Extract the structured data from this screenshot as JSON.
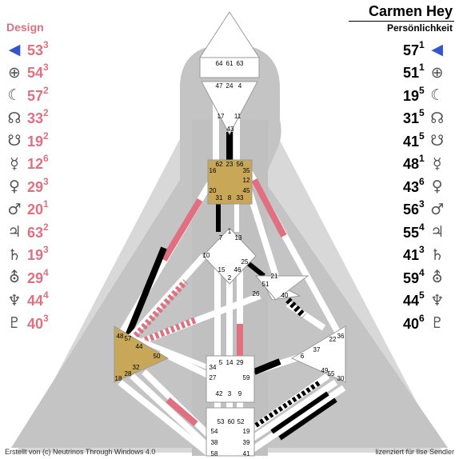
{
  "header": {
    "design_label": "Design",
    "name": "Carmen Hey",
    "personality_label": "Persönlichkeit"
  },
  "footer": {
    "left": "Erstellt von (c) Neutrinos Through Windows 4.0",
    "right": "lizenziert für Ilse Sendler"
  },
  "colors": {
    "design": "#e07080",
    "personality": "#000000",
    "center_defined": "#c8a858",
    "background_triangle": "#d8d8d8"
  },
  "design": [
    {
      "icon": "sun-icon",
      "gate": "53",
      "line": "3"
    },
    {
      "icon": "earth-icon",
      "gate": "54",
      "line": "3"
    },
    {
      "icon": "moon-icon",
      "gate": "57",
      "line": "2"
    },
    {
      "icon": "north-node-icon",
      "gate": "33",
      "line": "2"
    },
    {
      "icon": "south-node-icon",
      "gate": "19",
      "line": "2"
    },
    {
      "icon": "mercury-icon",
      "gate": "12",
      "line": "6"
    },
    {
      "icon": "venus-icon",
      "gate": "29",
      "line": "3"
    },
    {
      "icon": "mars-icon",
      "gate": "20",
      "line": "1"
    },
    {
      "icon": "jupiter-icon",
      "gate": "63",
      "line": "2"
    },
    {
      "icon": "saturn-icon",
      "gate": "19",
      "line": "3"
    },
    {
      "icon": "uranus-icon",
      "gate": "29",
      "line": "4"
    },
    {
      "icon": "neptune-icon",
      "gate": "44",
      "line": "4"
    },
    {
      "icon": "pluto-icon",
      "gate": "40",
      "line": "3"
    }
  ],
  "personality": [
    {
      "icon": "sun-icon",
      "gate": "57",
      "line": "1"
    },
    {
      "icon": "earth-icon",
      "gate": "51",
      "line": "1"
    },
    {
      "icon": "moon-icon",
      "gate": "19",
      "line": "5"
    },
    {
      "icon": "north-node-icon",
      "gate": "31",
      "line": "5"
    },
    {
      "icon": "south-node-icon",
      "gate": "41",
      "line": "5"
    },
    {
      "icon": "mercury-icon",
      "gate": "48",
      "line": "1"
    },
    {
      "icon": "venus-icon",
      "gate": "43",
      "line": "6"
    },
    {
      "icon": "mars-icon",
      "gate": "56",
      "line": "3"
    },
    {
      "icon": "jupiter-icon",
      "gate": "55",
      "line": "4"
    },
    {
      "icon": "saturn-icon",
      "gate": "41",
      "line": "3"
    },
    {
      "icon": "uranus-icon",
      "gate": "59",
      "line": "4"
    },
    {
      "icon": "neptune-icon",
      "gate": "44",
      "line": "5"
    },
    {
      "icon": "pluto-icon",
      "gate": "40",
      "line": "6"
    }
  ],
  "gates": {
    "head": [
      "64",
      "61",
      "63"
    ],
    "ajna": [
      "47",
      "24",
      "4",
      "17",
      "43",
      "11"
    ],
    "throat": [
      "62",
      "23",
      "56",
      "16",
      "35",
      "12",
      "20",
      "31",
      "8",
      "33",
      "45"
    ],
    "g_center": [
      "1",
      "7",
      "13",
      "10",
      "25",
      "15",
      "2",
      "46"
    ],
    "ego": [
      "21",
      "51",
      "26",
      "40"
    ],
    "spleen": [
      "48",
      "57",
      "44",
      "50",
      "32",
      "28",
      "18"
    ],
    "sacral": [
      "34",
      "5",
      "14",
      "29",
      "27",
      "59",
      "42",
      "3",
      "9"
    ],
    "solar_plexus": [
      "36",
      "22",
      "37",
      "6",
      "49",
      "55",
      "30"
    ],
    "root": [
      "53",
      "60",
      "52",
      "54",
      "38",
      "58",
      "19",
      "39",
      "41"
    ]
  }
}
